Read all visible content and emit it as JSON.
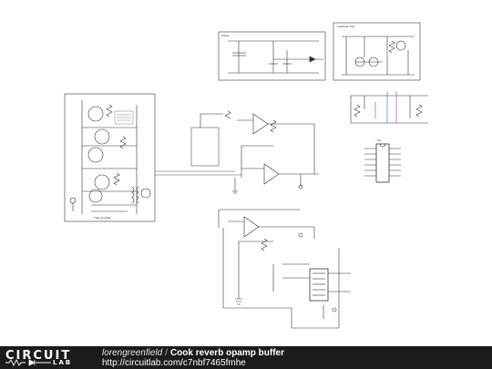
{
  "footer": {
    "logo_top": "CIRCUIT",
    "logo_bottom": "LAB",
    "author": "lorengreenfield",
    "separator": "/",
    "circuit_name": "Cook reverb opamp buffer",
    "url": "http://circuitlab.com/c7nbf7465fmhe"
  },
  "schematic": {
    "box_tube_label": "Tube Amplifier",
    "box_power_label": "Power",
    "box_transistor_label": "Transistor Pair",
    "ic_label": "IC1"
  },
  "colors": {
    "wire": "#333333",
    "footer_bg": "#1b1b1b",
    "accent_blue": "#3a5fcd",
    "accent_red": "#c83232",
    "accent_purple": "#8a3ab9"
  }
}
